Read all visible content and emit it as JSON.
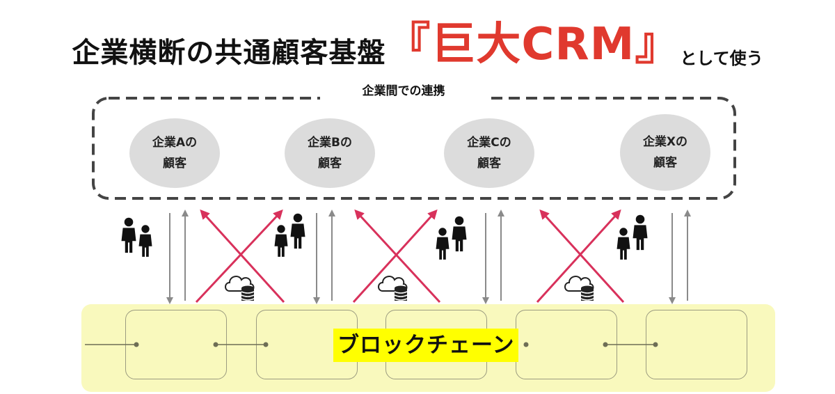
{
  "title": {
    "main": "企業横断の共通顧客基盤",
    "accent": "『巨大CRM』",
    "sub": "として使う"
  },
  "group_label": "企業間での連携",
  "customers": [
    {
      "line1": "企業Aの",
      "line2": "顧客"
    },
    {
      "line1": "企業Bの",
      "line2": "顧客"
    },
    {
      "line1": "企業Cの",
      "line2": "顧客"
    },
    {
      "line1": "企業Xの",
      "line2": "顧客"
    }
  ],
  "chain_label": "ブロックチェーン",
  "colors": {
    "accent": "#e0392e",
    "cross": "#d8315b",
    "arrow": "#8a8a8a",
    "bubble": "#dcdcdc",
    "band": "#f9f9bd",
    "highlight": "#ffff00"
  },
  "icons": [
    "people-icon",
    "cloud-database-icon"
  ]
}
